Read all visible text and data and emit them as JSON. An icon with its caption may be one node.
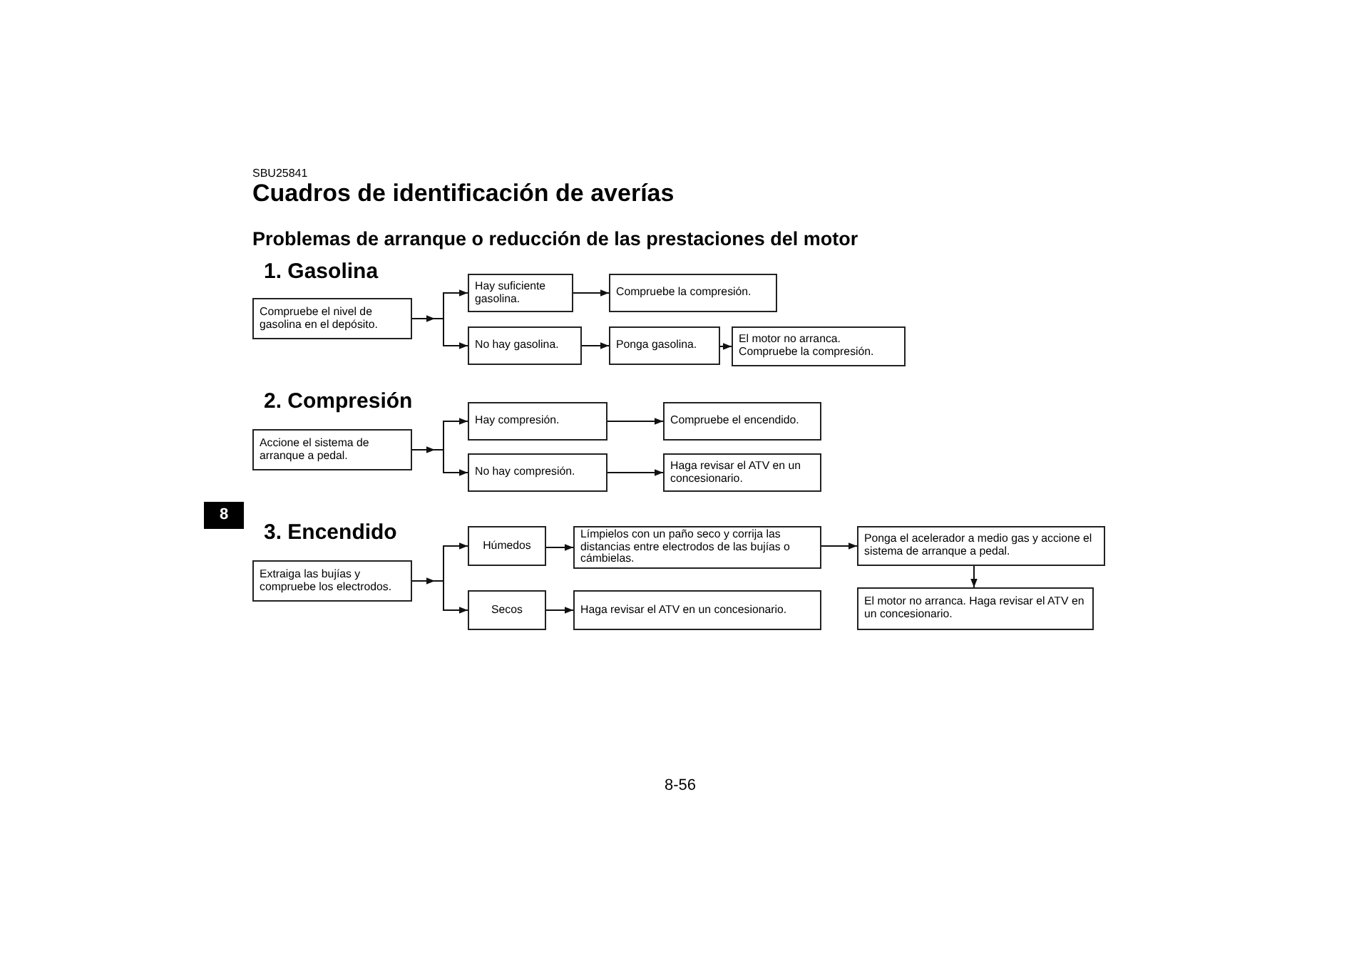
{
  "diagram": {
    "title": "Cuadros de identificación de averías",
    "nodes": [
      {
        "text": [
          "Compruebe el nivel de gasolina en el depósito."
        ]
      },
      {
        "text": [
          "Hay suficiente gasolina."
        ]
      },
      {
        "text": [
          "Compruebe la compresión."
        ]
      },
      {
        "text": [
          "No hay gasolina."
        ]
      },
      {
        "text": [
          "Ponga gasolina."
        ]
      },
      {
        "text": [
          "El motor no arranca. Compruebe la compresión."
        ]
      },
      {
        "text": [
          "Accione el sistema de arranque a pedal."
        ]
      },
      {
        "text": [
          "Hay compresión."
        ]
      },
      {
        "text": [
          "Compruebe el encendido."
        ]
      },
      {
        "text": [
          "No hay compresión."
        ]
      },
      {
        "text": [
          "Haga revisar el ATV en un concesionario."
        ]
      },
      {
        "text": [
          "Extraiga las bujías y compruebe los electrodos."
        ]
      },
      {
        "text": [
          "Húmedos"
        ]
      },
      {
        "text": [
          "Límpielos con un paño seco y corrija las distancias entre electrodos de las bujías o cámbielas."
        ]
      },
      {
        "text": [
          "Secos"
        ]
      },
      {
        "text": [
          "Haga revisar el ATV en un concesionario."
        ]
      },
      {
        "text": [
          "Ponga el acelerador a medio gas y accione el sistema de arranque a pedal."
        ]
      },
      {
        "text": [
          "El motor no arranca. Haga revisar el ATV en un concesionario."
        ]
      }
    ],
    "edges": [
      {
        "from": 0,
        "to": 1,
        "arrow": "to"
      },
      {
        "from": 0,
        "to": 3,
        "arrow": "to"
      },
      {
        "from": 1,
        "to": 2,
        "arrow": "to"
      },
      {
        "from": 3,
        "to": 4,
        "arrow": "to"
      },
      {
        "from": 4,
        "to": 5,
        "arrow": "to"
      },
      {
        "from": 6,
        "to": 7,
        "arrow": "to"
      },
      {
        "from": 6,
        "to": 9,
        "arrow": "to"
      },
      {
        "from": 7,
        "to": 8,
        "arrow": "to"
      },
      {
        "from": 9,
        "to": 10,
        "arrow": "to"
      },
      {
        "from": 11,
        "to": 12,
        "arrow": "to"
      },
      {
        "from": 11,
        "to": 14,
        "arrow": "to"
      },
      {
        "from": 12,
        "to": 13,
        "arrow": "to"
      },
      {
        "from": 14,
        "to": 15,
        "arrow": "to"
      },
      {
        "from": 13,
        "to": 16,
        "arrow": "to"
      },
      {
        "from": 16,
        "to": 17,
        "arrow": "to"
      }
    ],
    "labels": [
      "SBU25841",
      "Problemas de arranque o reducción de las prestaciones del motor",
      "1. Gasolina",
      "2. Compresión",
      "3. Encendido",
      "8",
      "8-56"
    ]
  }
}
